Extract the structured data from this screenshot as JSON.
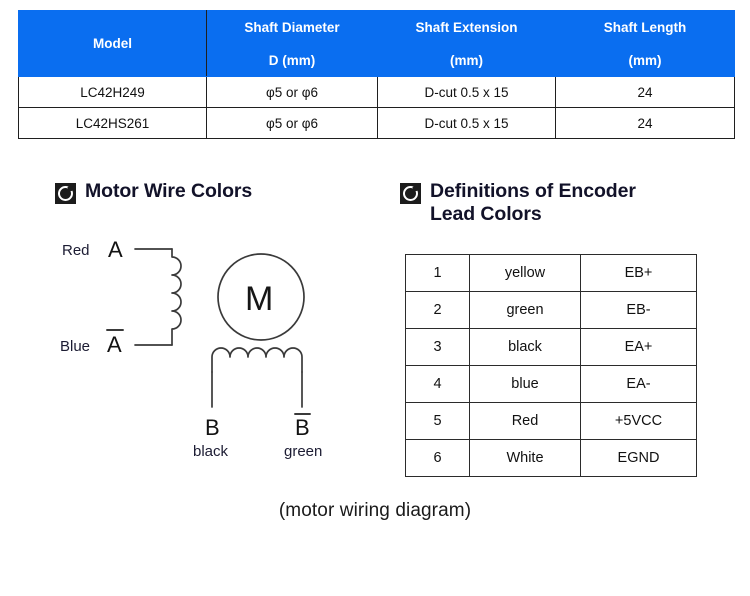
{
  "spec_table": {
    "headers_top": [
      "Model",
      "Shaft Diameter",
      "Shaft Extension",
      "Shaft Length"
    ],
    "headers_bottom": [
      "D (mm)",
      "(mm)",
      "(mm)"
    ],
    "header_bg": "#0a6ef0",
    "header_text_color": "#ffffff",
    "rows": [
      {
        "model": "LC42H249",
        "shaft_diameter": "φ5 or φ6",
        "shaft_extension": "D-cut 0.5 x 15",
        "shaft_length": "24"
      },
      {
        "model": "LC42HS261",
        "shaft_diameter": "φ5 or φ6",
        "shaft_extension": "D-cut 0.5 x 15",
        "shaft_length": "24"
      }
    ]
  },
  "motor_section": {
    "icon": "ring-bullet-icon",
    "title": "Motor Wire Colors",
    "diagram": {
      "phase_a": "A",
      "phase_a_bar": "A",
      "phase_b": "B",
      "phase_b_bar": "B",
      "lead_a_color": "Red",
      "lead_a_bar_color": "Blue",
      "lead_b_color": "black",
      "lead_b_bar_color": "green",
      "motor_symbol": "M"
    }
  },
  "encoder_section": {
    "icon": "ring-bullet-icon",
    "title": "Definitions of Encoder\nLead Colors",
    "rows": [
      {
        "no": "1",
        "color": "yellow",
        "signal": "EB+"
      },
      {
        "no": "2",
        "color": "green",
        "signal": "EB-"
      },
      {
        "no": "3",
        "color": "black",
        "signal": "EA+"
      },
      {
        "no": "4",
        "color": "blue",
        "signal": "EA-"
      },
      {
        "no": "5",
        "color": "Red",
        "signal": "+5VCC"
      },
      {
        "no": "6",
        "color": "White",
        "signal": "EGND"
      }
    ]
  },
  "caption": "(motor wiring diagram)"
}
